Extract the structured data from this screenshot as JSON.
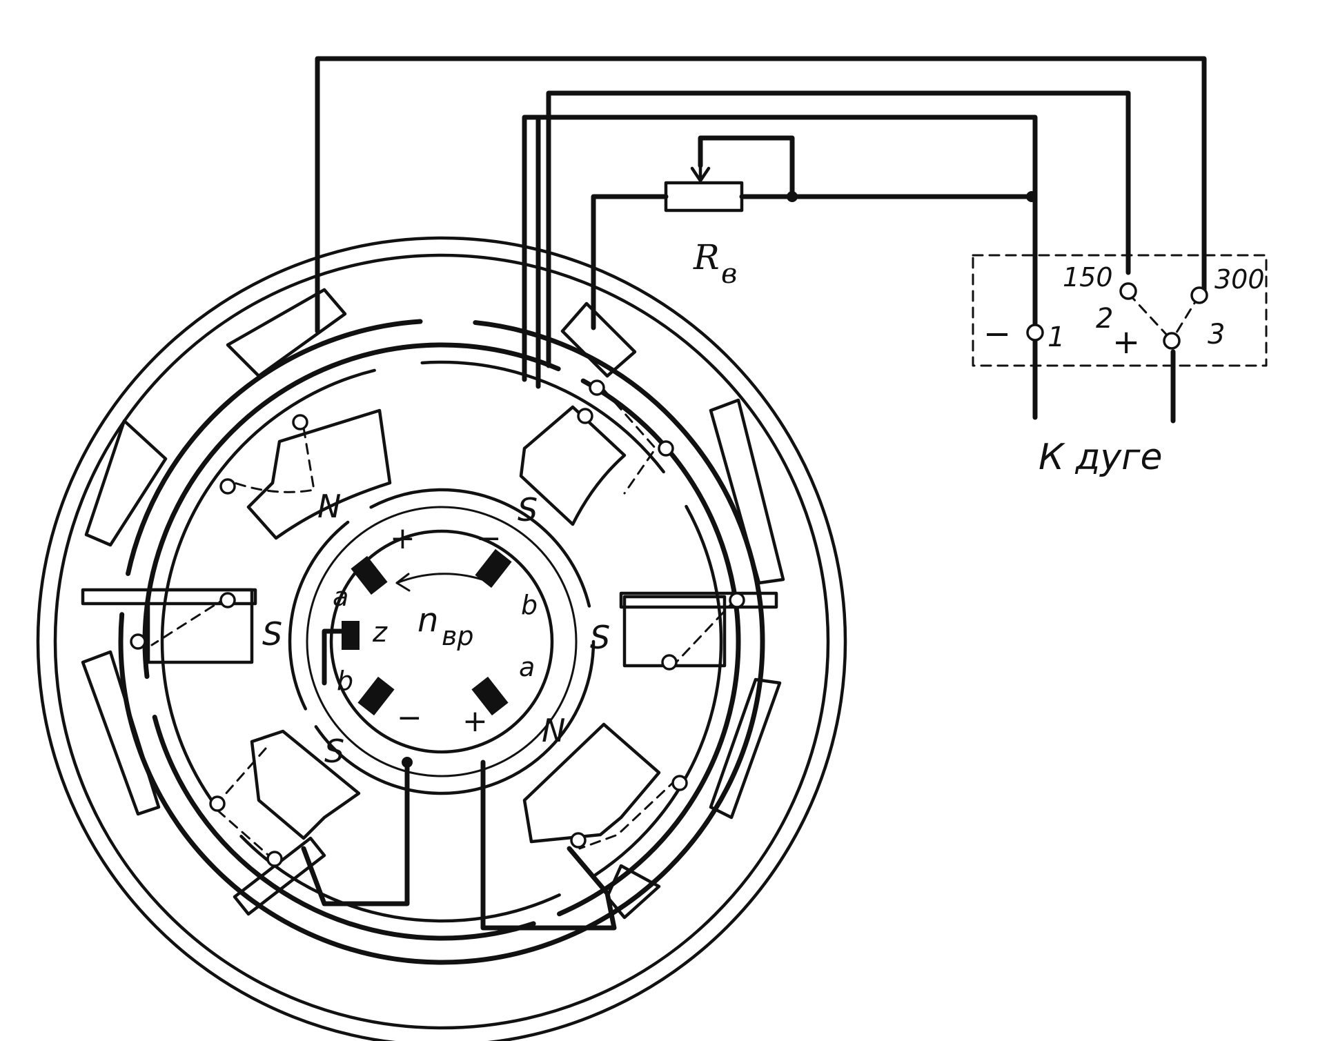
{
  "labels": {
    "rheostat": "R",
    "rheostat_sub": "в",
    "speed": "n",
    "speed_sub": "вр",
    "to_arc": "К дуге",
    "t150": "150",
    "t300": "300",
    "n1": "1",
    "n2": "2",
    "n3": "3",
    "minus": "−",
    "plus": "+",
    "z": "z"
  },
  "poles": {
    "p1": "N",
    "p2": "S",
    "p3": "S",
    "p4": "S",
    "p5": "S",
    "p6": "N"
  },
  "brushes": {
    "plus_top": "+",
    "minus_top": "−",
    "minus_bottom": "−",
    "plus_bottom": "+",
    "a_left": "a",
    "b_right_top": "b",
    "b_left_bottom": "b",
    "a_right_bottom": "a"
  }
}
